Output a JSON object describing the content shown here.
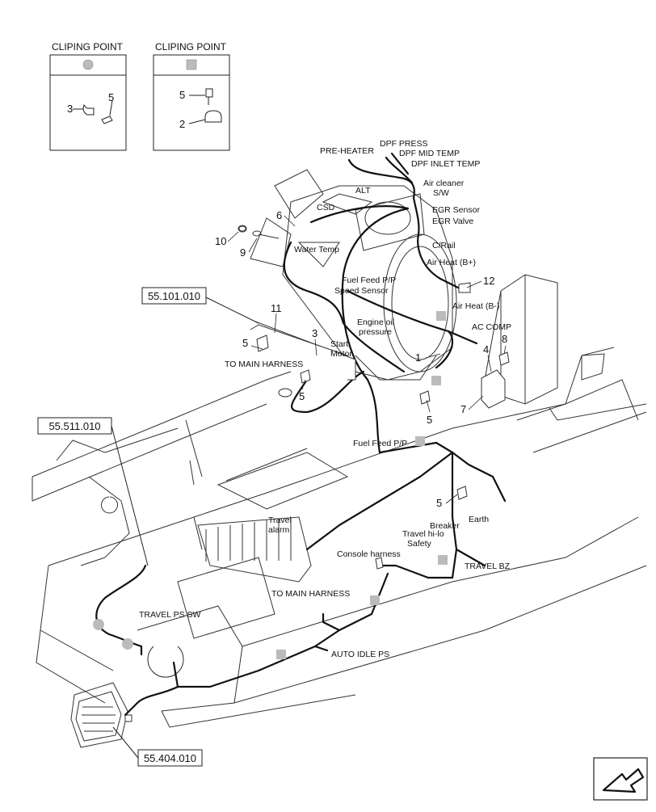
{
  "clip_boxes": [
    {
      "title": "CLIPING POINT",
      "marker": "circle",
      "parts": [
        "3",
        "5"
      ]
    },
    {
      "title": "CLIPING POINT",
      "marker": "square",
      "parts": [
        "5",
        "2"
      ]
    }
  ],
  "references": [
    "55.101.010",
    "55.511.010",
    "55.404.010"
  ],
  "connector_labels": {
    "pre_heater": "PRE-HEATER",
    "dpf_press": "DPF PRESS",
    "dpf_mid_temp": "DPF MID TEMP",
    "dpf_inlet_temp": "DPF INLET TEMP",
    "air_cleaner_1": "Air cleaner",
    "air_cleaner_2": "S/W",
    "alt": "ALT",
    "csd": "CSD",
    "egr_sensor": "EGR Sensor",
    "egr_valve": "EGR Valve",
    "c_rail": "C/Rail",
    "water_temp": "Water Temp",
    "air_heat_plus": "Air Heat (B+)",
    "fuel_feed_pp_top": "Fuel Feed P/P",
    "speed_sensor": "Speed Sensor",
    "air_heat_minus": "Air Heat (B-)",
    "engine_oil_1": "Engine oil",
    "engine_oil_2": "pressure",
    "ac_comp": "AC COMP",
    "start_motor_1": "Start",
    "start_motor_2": "Motor",
    "to_main_harness_top": "TO MAIN HARNESS",
    "fuel_feed_pp_bottom": "Fuel Feed P/P",
    "earth": "Earth",
    "travel_alarm_1": "Travel",
    "travel_alarm_2": "alarm",
    "breaker": "Breaker",
    "travel_hi_lo": "Travel hi-lo",
    "safety": "Safety",
    "console_harness": "Console harness",
    "travel_bz": "TRAVEL BZ",
    "to_main_harness_bottom": "TO MAIN HARNESS",
    "travel_ps_sw": "TRAVEL PS SW",
    "auto_idle_ps": "AUTO IDLE PS"
  },
  "part_numbers": [
    "1",
    "2",
    "3",
    "4",
    "5",
    "5",
    "5",
    "5",
    "6",
    "7",
    "8",
    "9",
    "10",
    "11",
    "12"
  ]
}
